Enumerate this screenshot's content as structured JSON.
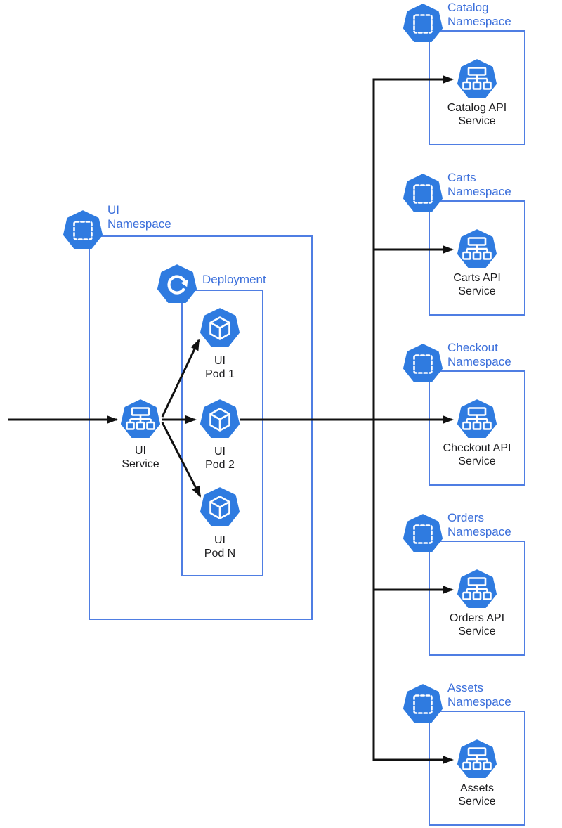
{
  "colors": {
    "icon_blue": "#2F7BE0",
    "border_blue": "#4F7EE3",
    "label_blue": "#3B6FDB",
    "arrow_black": "#111111",
    "text_dark": "#1C1C1E",
    "background": "#FFFFFF"
  },
  "icons": {
    "namespace": "heptagon with dashed square (kubernetes namespace)",
    "service": "heptagon with sitemap nodes (kubernetes service)",
    "pod": "heptagon with 3d cube (kubernetes pod)",
    "deployment": "heptagon with circular refresh arrow (kubernetes deployment)"
  },
  "ui_namespace": {
    "label_line1": "UI",
    "label_line2": "Namespace",
    "service": {
      "label_line1": "UI",
      "label_line2": "Service"
    },
    "deployment": {
      "label": "Deployment",
      "pods": [
        {
          "label_line1": "UI",
          "label_line2": "Pod 1"
        },
        {
          "label_line1": "UI",
          "label_line2": "Pod 2"
        },
        {
          "label_line1": "UI",
          "label_line2": "Pod N"
        }
      ]
    }
  },
  "namespaces": [
    {
      "name_line1": "Catalog",
      "name_line2": "Namespace",
      "service_line1": "Catalog API",
      "service_line2": "Service"
    },
    {
      "name_line1": "Carts",
      "name_line2": "Namespace",
      "service_line1": "Carts API",
      "service_line2": "Service"
    },
    {
      "name_line1": "Checkout",
      "name_line2": "Namespace",
      "service_line1": "Checkout API",
      "service_line2": "Service"
    },
    {
      "name_line1": "Orders",
      "name_line2": "Namespace",
      "service_line1": "Orders API",
      "service_line2": "Service"
    },
    {
      "name_line1": "Assets",
      "name_line2": "Namespace",
      "service_line1": "Assets",
      "service_line2": "Service"
    }
  ]
}
